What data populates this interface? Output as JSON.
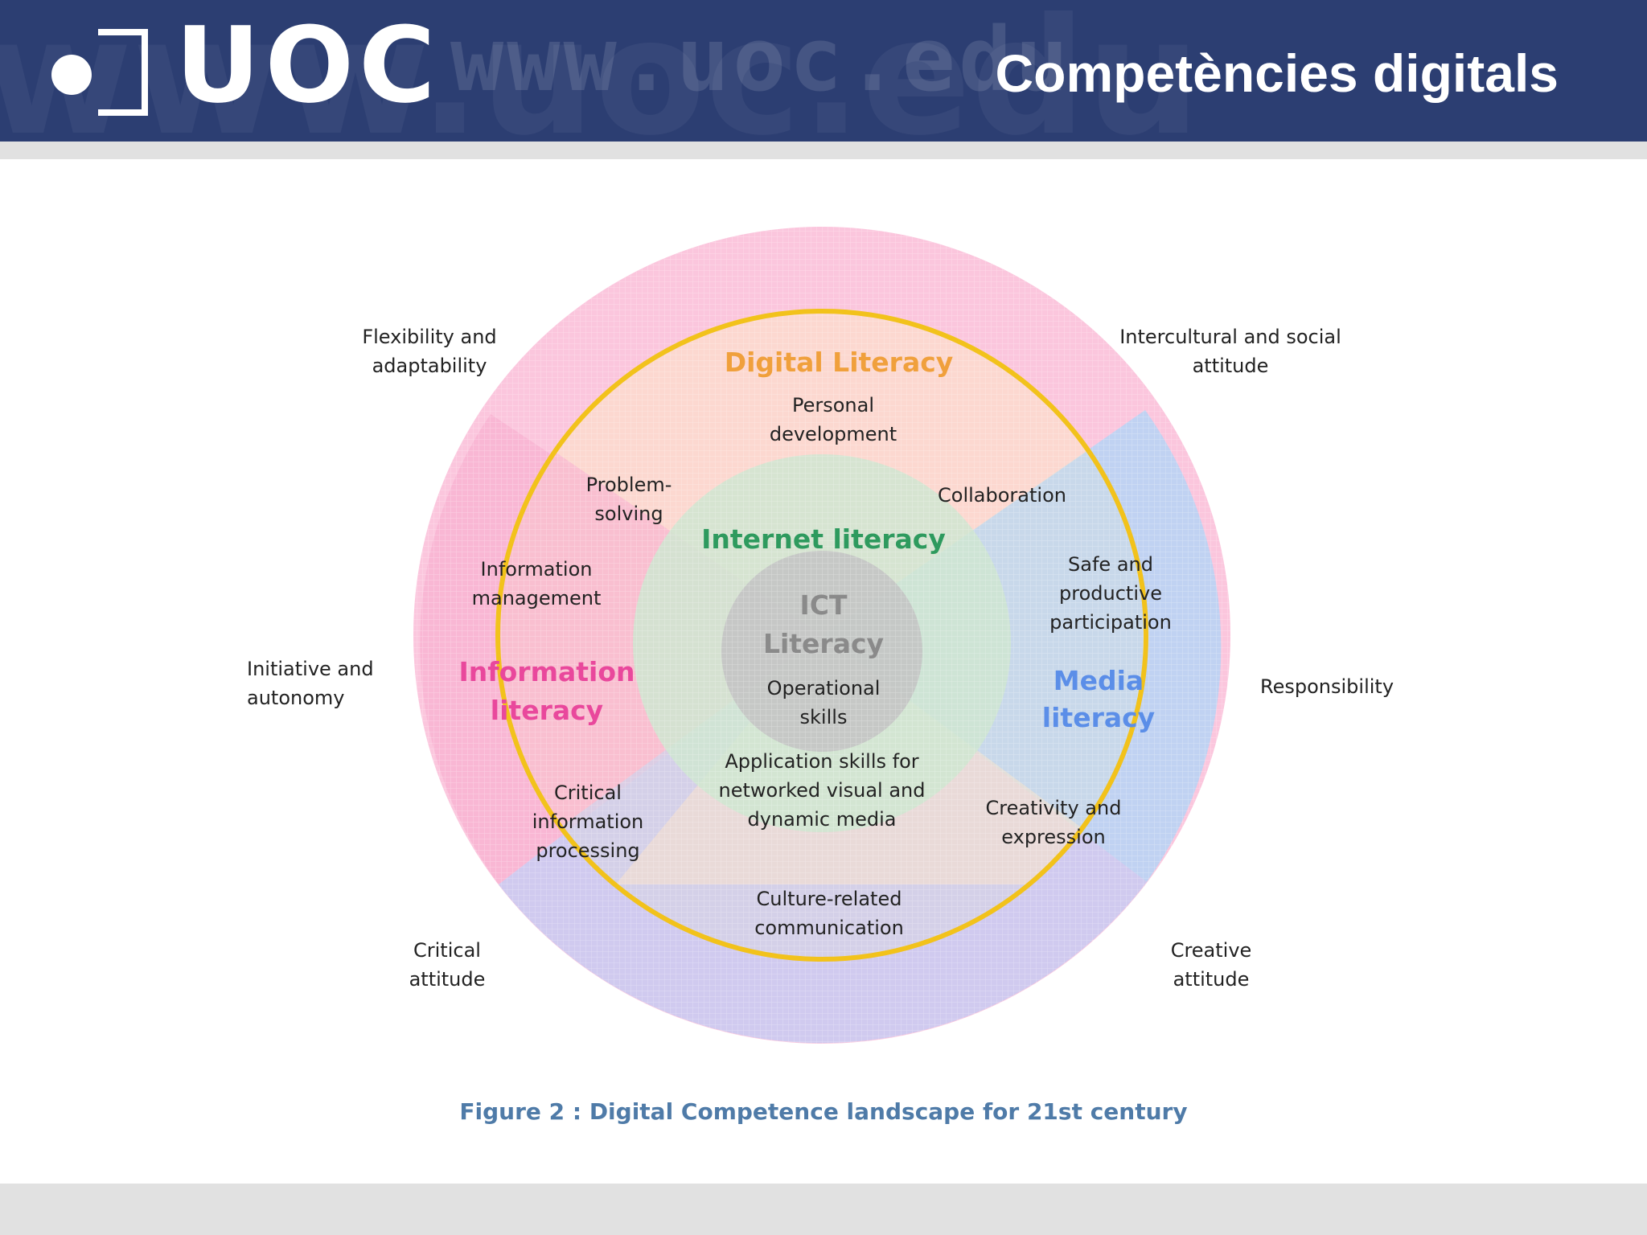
{
  "header": {
    "logo_text": "UOC",
    "watermark": "www.uoc.edu",
    "title": "Competències digitals"
  },
  "diagram": {
    "zones": {
      "digital": "Digital Literacy",
      "internet": "Internet literacy",
      "ict_line1": "ICT",
      "ict_line2": "Literacy",
      "information_line1": "Information",
      "information_line2": "literacy",
      "media_line1": "Media",
      "media_line2": "literacy"
    },
    "inner_labels": {
      "personal_development": [
        "Personal",
        "development"
      ],
      "problem_solving": [
        "Problem-",
        "solving"
      ],
      "collaboration": [
        "Collaboration"
      ],
      "information_management": [
        "Information",
        "management"
      ],
      "safe_participation": [
        "Safe and",
        "productive",
        "participation"
      ],
      "operational_skills": [
        "Operational",
        "skills"
      ],
      "application_skills": [
        "Application skills for",
        "networked visual and",
        "dynamic media"
      ],
      "critical_information_processing": [
        "Critical",
        "information",
        "processing"
      ],
      "creativity_expression": [
        "Creativity and",
        "expression"
      ],
      "culture_communication": [
        "Culture-related",
        "communication"
      ]
    },
    "outer_labels": {
      "flexibility": [
        "Flexibility and",
        "adaptability"
      ],
      "intercultural": [
        "Intercultural and social",
        "attitude"
      ],
      "initiative": [
        "Initiative and",
        "autonomy"
      ],
      "responsibility": [
        "Responsibility"
      ],
      "critical_attitude": [
        "Critical",
        "attitude"
      ],
      "creative_attitude": [
        "Creative",
        "attitude"
      ]
    },
    "colors": {
      "digital_ring": "#f2c21b",
      "digital_fill": "#fde7c4",
      "internet": "#cfe6d1",
      "ict": "#c4c4c4",
      "information": "#f9b3d2",
      "media": "#b2d4f7",
      "bottom": "#c6caf4",
      "digital_title": "#f0a03c",
      "internet_title": "#2e9a5e",
      "ict_title": "#8a8a8a",
      "information_title": "#e9489c",
      "media_title": "#5b8ee8"
    },
    "caption": "Figure 2 : Digital Competence landscape for 21st century"
  }
}
